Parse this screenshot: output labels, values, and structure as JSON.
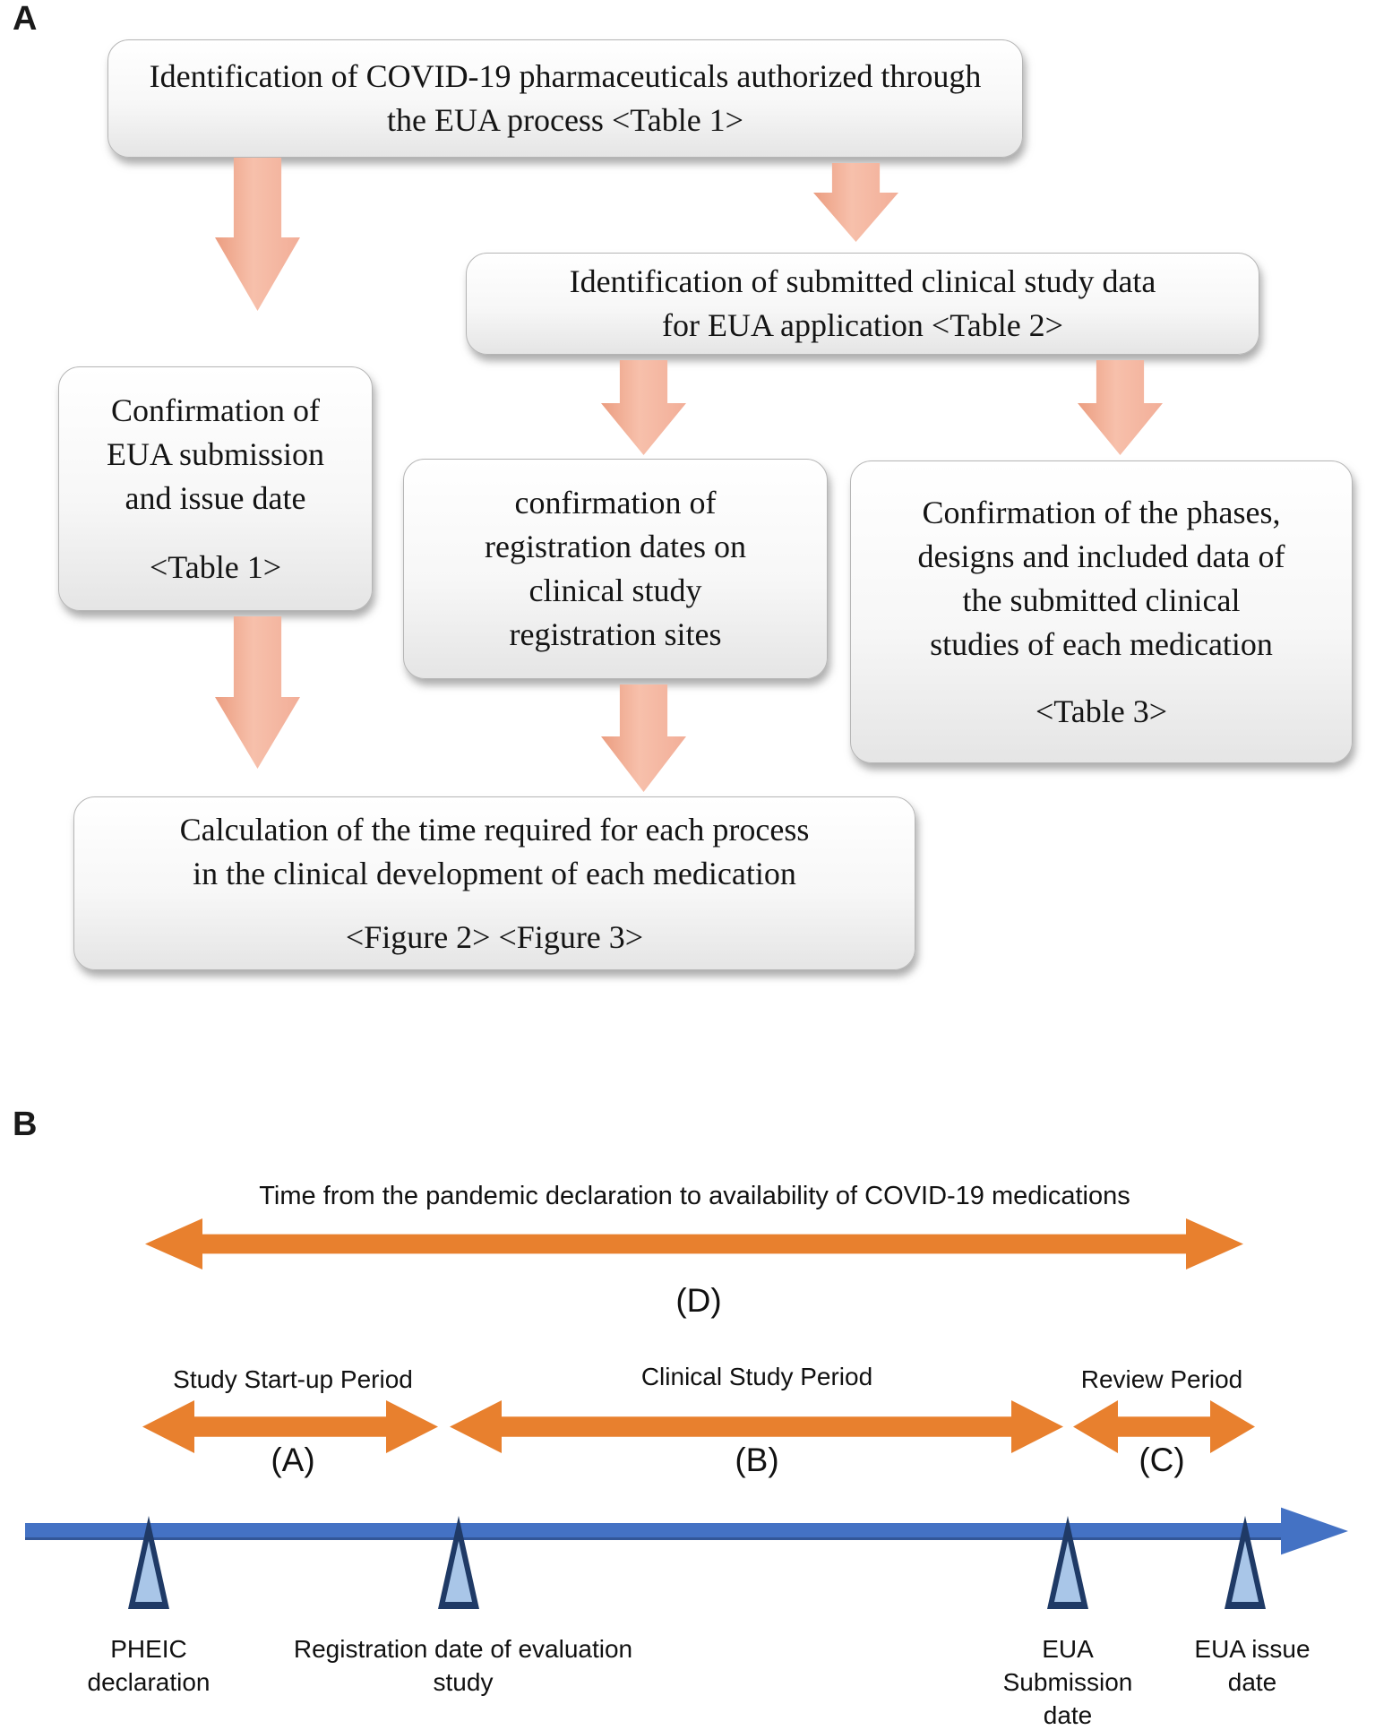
{
  "panel_a": {
    "label": "A",
    "boxes": {
      "top": {
        "lines": [
          "Identification of COVID-19 pharmaceuticals authorized through",
          "the EUA process  <Table 1>"
        ]
      },
      "submitted_data": {
        "lines": [
          "Identification of submitted clinical study data",
          "for EUA application <Table 2>"
        ]
      },
      "eua_dates": {
        "lines": [
          "Confirmation of",
          "EUA submission",
          "and issue date"
        ],
        "ref": "<Table 1>"
      },
      "registration": {
        "lines": [
          "confirmation of",
          "registration dates on",
          "clinical study",
          "registration sites"
        ]
      },
      "phases": {
        "lines": [
          "Confirmation of the phases,",
          "designs and included data of",
          "the submitted clinical",
          "studies of each medication"
        ],
        "ref": "<Table 3>"
      },
      "calculation": {
        "lines": [
          "Calculation of the time required for each process",
          "in the clinical development of each medication"
        ],
        "ref": "<Figure 2> <Figure 3>"
      }
    }
  },
  "panel_b": {
    "label": "B",
    "title": "Time from the pandemic declaration to availability of COVID-19 medications",
    "overall_span_label": "(D)",
    "periods": [
      {
        "name": "Study Start-up Period",
        "letter": "(A)"
      },
      {
        "name": "Clinical Study Period",
        "letter": "(B)"
      },
      {
        "name": "Review Period",
        "letter": "(C)"
      }
    ],
    "milestones": [
      {
        "line1": "PHEIC",
        "line2": "declaration"
      },
      {
        "line1": "Registration date of evaluation",
        "line2": "study"
      },
      {
        "line1": "EUA",
        "line2": "Submission",
        "line3": "date"
      },
      {
        "line1": "EUA issue",
        "line2": "date"
      }
    ]
  },
  "colors": {
    "flow_arrow_salmon": "#f2ae98",
    "period_arrow_orange": "#e8802e",
    "timeline_blue": "#4472c4",
    "marker_fill": "#a9c6e8",
    "marker_border": "#1f3a66"
  }
}
